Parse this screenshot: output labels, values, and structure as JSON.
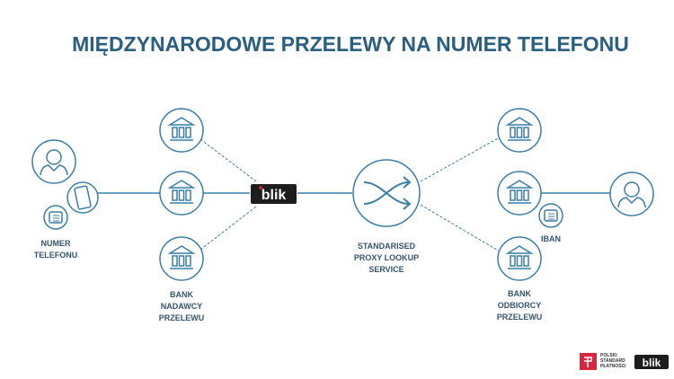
{
  "title": "MIĘDZYNARODOWE PRZELEWY NA NUMER TELEFONU",
  "labels": {
    "sender": [
      "NUMER",
      "TELEFONU"
    ],
    "sender_bank": [
      "BANK",
      "NADAWCY",
      "PRZELEWU"
    ],
    "proxy": [
      "STANDARISED",
      "PROXY LOOKUP",
      "SERVICE"
    ],
    "iban": "IBAN",
    "receiver_bank": [
      "BANK",
      "ODBIORCY",
      "PRZELEWU"
    ]
  },
  "logos": {
    "blik": "blik",
    "psp": [
      "POLSKI",
      "STANDARD",
      "PŁATNOŚCI"
    ]
  },
  "colors": {
    "line": "#3a7ea6",
    "text": "#34556d",
    "title": "#2a5f7f",
    "psp_red": "#d7263d"
  }
}
